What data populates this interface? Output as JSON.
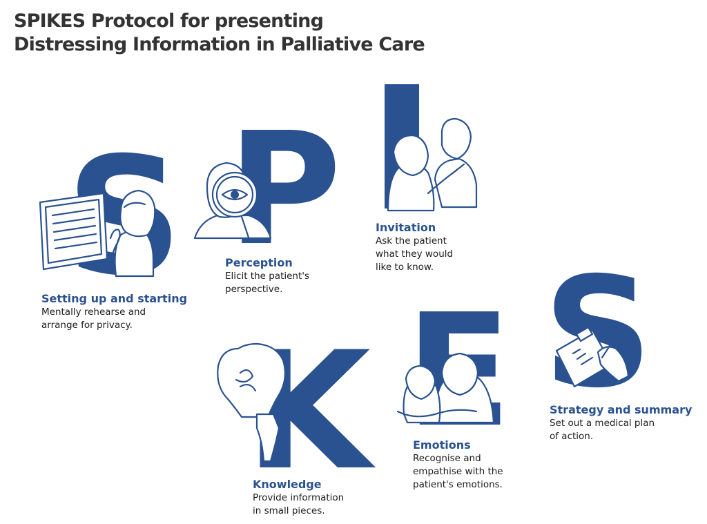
{
  "title": {
    "line1": "SPIKES Protocol for presenting",
    "line2": "Distressing Information in Palliative Care"
  },
  "colors": {
    "brand": "#2a5290",
    "text": "#1b1b1b",
    "title": "#333333"
  },
  "steps": [
    {
      "letter": "S",
      "label": "Setting up and starting",
      "description": "Mentally rehearse and\narrange for privacy."
    },
    {
      "letter": "P",
      "label": "Perception",
      "description": "Elicit the patient's\nperspective."
    },
    {
      "letter": "I",
      "label": "Invitation",
      "description": "Ask the patient\nwhat they would\nlike to know."
    },
    {
      "letter": "K",
      "label": "Knowledge",
      "description": "Provide information\nin small pieces."
    },
    {
      "letter": "E",
      "label": "Emotions",
      "description": "Recognise and\nempathise with the\npatient's emotions."
    },
    {
      "letter": "S",
      "label": "Strategy and summary",
      "description": "Set out a medical plan\nof action."
    }
  ],
  "icons": [
    "presentation-board-icon",
    "magnifying-glass-icon",
    "conversation-icon",
    "lightbulb-icon",
    "embrace-icon",
    "clipboard-icon"
  ]
}
